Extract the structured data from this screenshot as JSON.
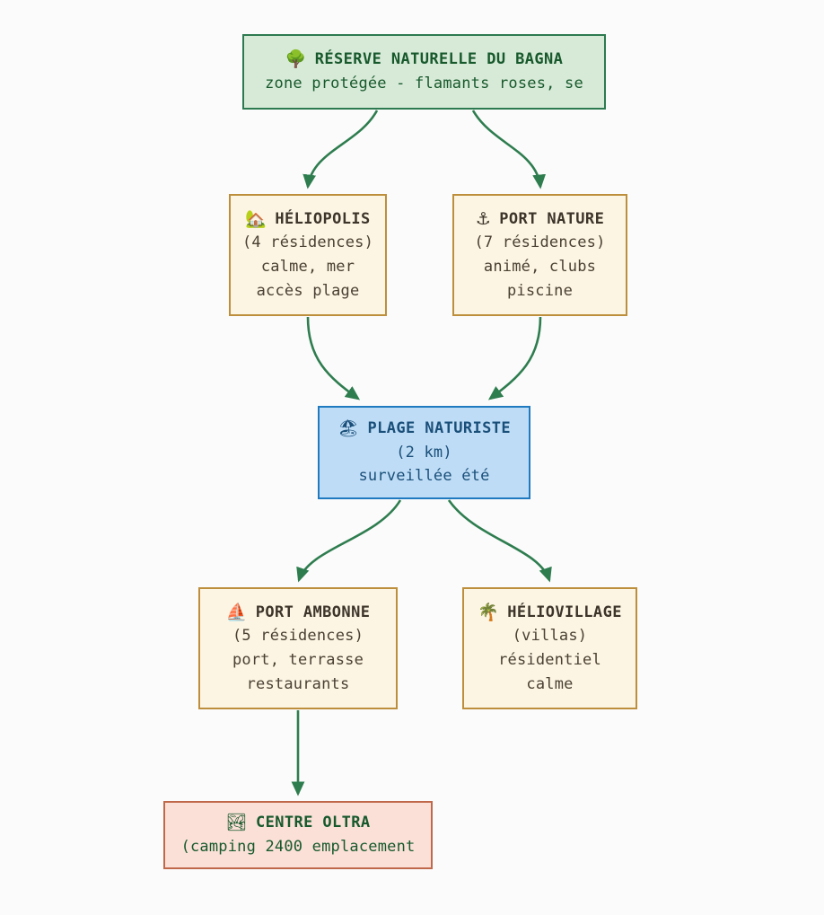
{
  "diagram": {
    "type": "flowchart",
    "direction": "top-down",
    "background_color": "#fbfbfb",
    "edge_color": "#2e7d4f",
    "nodes": [
      {
        "id": "reserve",
        "icon": "deciduous-tree-icon",
        "icon_glyph": "🌳",
        "title": "RÉSERVE NATURELLE DU BAGNA",
        "lines": [
          "zone protégée - flamants roses, se"
        ],
        "fill": "#d7ead7",
        "border": "#2d7a50",
        "text": "#17592c"
      },
      {
        "id": "heliopolis",
        "icon": "house-with-garden-icon",
        "icon_glyph": "🏡",
        "title": "HÉLIOPOLIS",
        "lines": [
          "(4 résidences)",
          "calme, mer",
          "accès plage"
        ],
        "fill": "#fdf5e3",
        "border": "#bd8f3c",
        "text": "#4a4033"
      },
      {
        "id": "portnature",
        "icon": "anchor-icon",
        "icon_glyph": "⚓",
        "title": "PORT NATURE",
        "lines": [
          "(7 résidences)",
          "animé, clubs",
          "piscine"
        ],
        "fill": "#fdf5e3",
        "border": "#bd8f3c",
        "text": "#4a4033"
      },
      {
        "id": "plage",
        "icon": "beach-with-umbrella-icon",
        "icon_glyph": "🏖",
        "title": "PLAGE NATURISTE",
        "lines": [
          "(2 km)",
          "surveillée été"
        ],
        "fill": "#bedcf5",
        "border": "#1f7ac0",
        "text": "#1a4f7a"
      },
      {
        "id": "ambonne",
        "icon": "sailboat-icon",
        "icon_glyph": "⛵",
        "title": "PORT AMBONNE",
        "lines": [
          "(5 résidences)",
          "port, terrasse",
          "restaurants"
        ],
        "fill": "#fdf5e3",
        "border": "#bd8f3c",
        "text": "#4a4033"
      },
      {
        "id": "heliovillage",
        "icon": "palm-tree-icon",
        "icon_glyph": "🌴",
        "title": "HÉLIOVILLAGE",
        "lines": [
          "(villas)",
          "résidentiel",
          "calme"
        ],
        "fill": "#fdf5e3",
        "border": "#bd8f3c",
        "text": "#4a4033"
      },
      {
        "id": "oltra",
        "icon": "national-park-icon",
        "icon_glyph": "🏞",
        "title": "CENTRE OLTRA",
        "lines": [
          "(camping 2400 emplacement"
        ],
        "fill": "#fbe0d8",
        "border": "#c0694a",
        "text": "#17592c"
      }
    ],
    "edges": [
      {
        "from": "reserve",
        "to": "heliopolis"
      },
      {
        "from": "reserve",
        "to": "portnature"
      },
      {
        "from": "heliopolis",
        "to": "plage"
      },
      {
        "from": "portnature",
        "to": "plage"
      },
      {
        "from": "plage",
        "to": "ambonne"
      },
      {
        "from": "plage",
        "to": "heliovillage"
      },
      {
        "from": "ambonne",
        "to": "oltra"
      }
    ]
  }
}
